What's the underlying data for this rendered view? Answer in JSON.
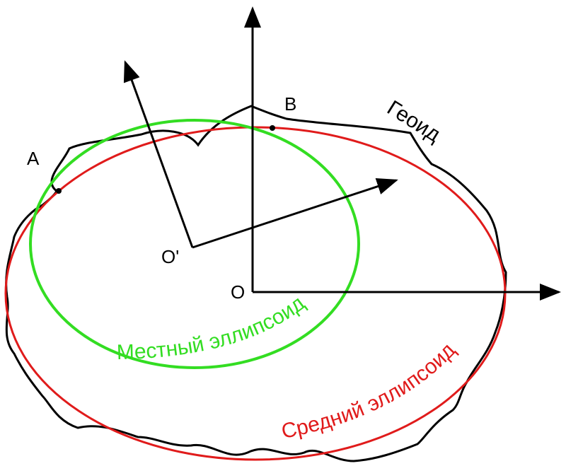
{
  "colors": {
    "background": "#ffffff",
    "geoid": "#000000",
    "local_ellipsoid": "#33dd22",
    "mean_ellipsoid": "#e01b1b",
    "axes": "#000000"
  },
  "labels": {
    "point_a": "A",
    "point_b": "B",
    "origin_o": "O",
    "origin_o_prime": "O'",
    "geoid": "Геоид",
    "local_ellipsoid": "Местный эллипсоид",
    "mean_ellipsoid": "Средний эллипсоид"
  }
}
